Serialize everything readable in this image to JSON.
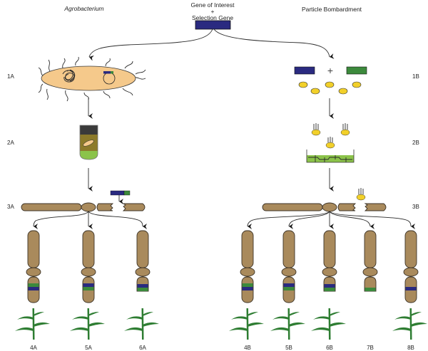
{
  "header": {
    "center_title_line1": "Gene of Interest",
    "center_title_plus": "+",
    "center_title_line2": "Selection Gene",
    "left_method": "Agrobacterium",
    "right_method": "Particle Bombardment"
  },
  "colors": {
    "gene_of_interest": "#2a2a80",
    "selection_gene": "#3c8a3c",
    "chromosome": "#a98a5c",
    "bacterium": "#f5c98b",
    "gold_particle": "#f2d02a",
    "plant": "#2e7d32",
    "tissue": "#8bc34a"
  },
  "steps_left": [
    "1A",
    "2A",
    "3A"
  ],
  "steps_right": [
    "1B",
    "2B",
    "3B"
  ],
  "outcomes_left": [
    {
      "label": "4A",
      "bands": [
        "green",
        "blue"
      ],
      "truncated": false,
      "plant": true
    },
    {
      "label": "5A",
      "bands": [
        "blue",
        "green"
      ],
      "truncated": false,
      "plant": true
    },
    {
      "label": "6A",
      "bands": [
        "blue",
        "green"
      ],
      "truncated": true,
      "plant": true
    }
  ],
  "outcomes_right": [
    {
      "label": "4B",
      "bands": [
        "green",
        "blue"
      ],
      "truncated": false,
      "plant": true
    },
    {
      "label": "5B",
      "bands": [
        "blue",
        "green"
      ],
      "truncated": false,
      "plant": true
    },
    {
      "label": "6B",
      "bands": [
        "blue",
        "green"
      ],
      "truncated": true,
      "plant": true
    },
    {
      "label": "7B",
      "bands": [
        "green"
      ],
      "truncated": true,
      "plant": false
    },
    {
      "label": "8B",
      "bands": [
        "blue"
      ],
      "truncated": false,
      "plant": true
    }
  ],
  "plus_sign": "+"
}
